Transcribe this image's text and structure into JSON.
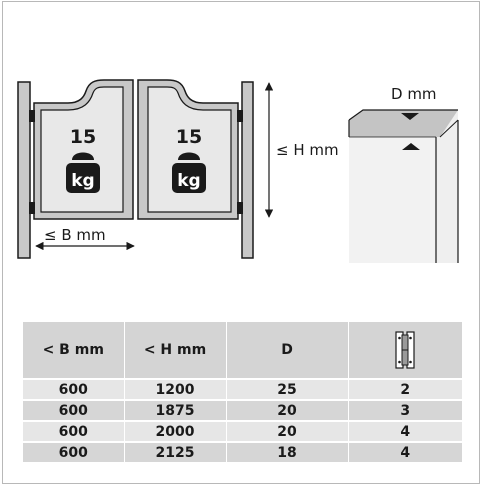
{
  "diagram": {
    "weight_number": "15",
    "weight_unit": "kg",
    "width_label": "≤ B mm",
    "height_label": "≤ H mm",
    "depth_label": "D mm"
  },
  "table": {
    "headers": [
      "< B mm",
      "< H mm",
      "D"
    ],
    "hinge_header_icon": "hinge-icon",
    "rows": [
      [
        "600",
        "1200",
        "25",
        "2"
      ],
      [
        "600",
        "1875",
        "20",
        "3"
      ],
      [
        "600",
        "2000",
        "20",
        "4"
      ],
      [
        "600",
        "2125",
        "18",
        "4"
      ]
    ]
  }
}
